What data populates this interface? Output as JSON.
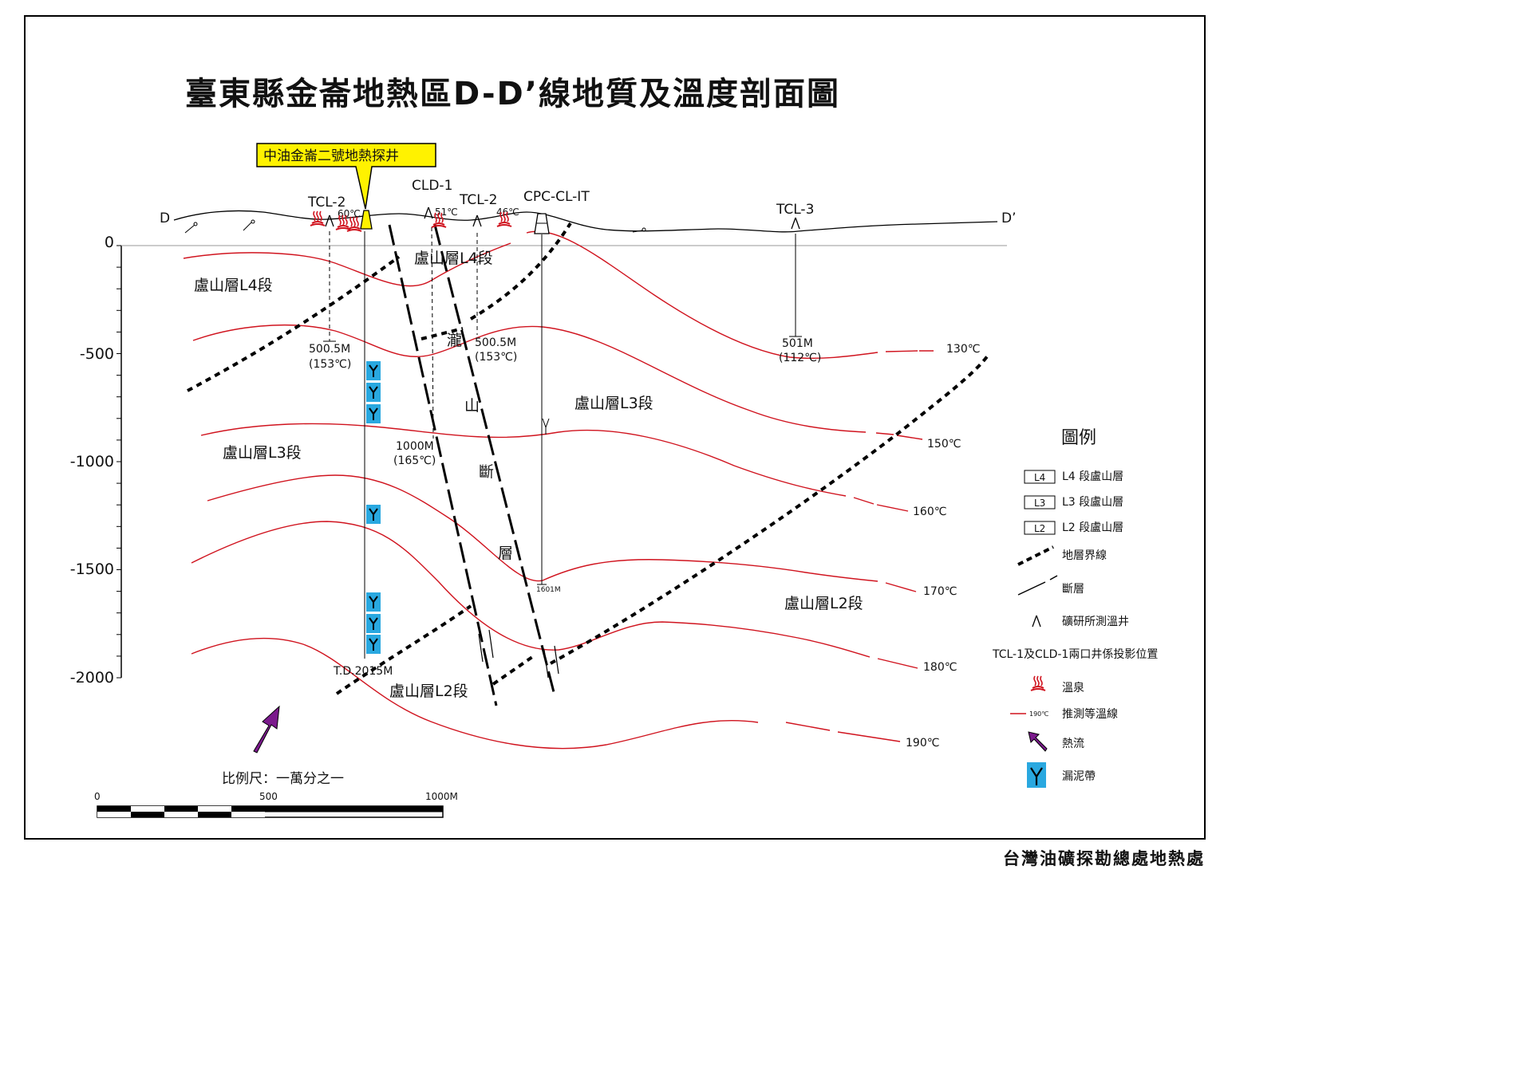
{
  "title": "臺東縣金崙地熱區D-D’線地質及溫度剖面圖",
  "callout": "中油金崙二號地熱探井",
  "profile": {
    "start_label": "D",
    "end_label": "D’"
  },
  "depth_axis": {
    "ticks": [
      "0",
      "-500",
      "-1000",
      "-1500",
      "-2000"
    ]
  },
  "wells": {
    "tcl2_left": {
      "name": "TCL-2",
      "temp": "60℃",
      "depth": "500.5M",
      "bottom_temp": "(153℃)"
    },
    "cld1": {
      "name": "CLD-1",
      "temp": "51℃",
      "depth": "1000M",
      "bottom_temp": "(165℃)"
    },
    "tcl2_right": {
      "name": "TCL-2",
      "temp": "46℃",
      "depth": "500.5M",
      "bottom_temp": "(153℃)"
    },
    "cpc": {
      "name": "CPC-CL-IT",
      "depth": "1601M"
    },
    "tcl3": {
      "name": "TCL-3",
      "depth": "501M",
      "bottom_temp": "(112℃)"
    },
    "main_td": "T.D.2015M"
  },
  "layers": {
    "l4_left": "盧山層L4段",
    "l4_center": "盧山層L4段",
    "l3_left": "盧山層L3段",
    "l3_right": "盧山層L3段",
    "l2_bottom": "盧山層L2段",
    "l2_right": "盧山層L2段"
  },
  "fault_label": [
    "瀧",
    "山",
    "斷",
    "層"
  ],
  "isotherms": [
    "130℃",
    "150℃",
    "160℃",
    "170℃",
    "180℃",
    "190℃"
  ],
  "scale": {
    "title": "比例尺：一萬分之一",
    "ticks": [
      "0",
      "500",
      "1000M"
    ]
  },
  "legend": {
    "title": "圖例",
    "items": {
      "l4": {
        "box": "L4",
        "label": "L4 段盧山層"
      },
      "l3": {
        "box": "L3",
        "label": "L3 段盧山層"
      },
      "l2": {
        "box": "L2",
        "label": "L2 段盧山層"
      },
      "boundary": "地層界線",
      "fault": "斷層",
      "well": "礦研所測溫井",
      "note": "TCL-1及CLD-1兩口井係投影位置",
      "spring": "溫泉",
      "isotherm_sample": "190℃",
      "isotherm": "推測等溫線",
      "heatflow": "熱流",
      "mudloss": "漏泥帶"
    }
  },
  "footer": "台灣油礦探勘總處地熱處",
  "colors": {
    "isotherm": "#d0131e",
    "callout_fill": "#fff200",
    "mud_zone": "#29a8e0",
    "heat_arrow": "#7b1a8c",
    "spring": "#d0131e"
  }
}
